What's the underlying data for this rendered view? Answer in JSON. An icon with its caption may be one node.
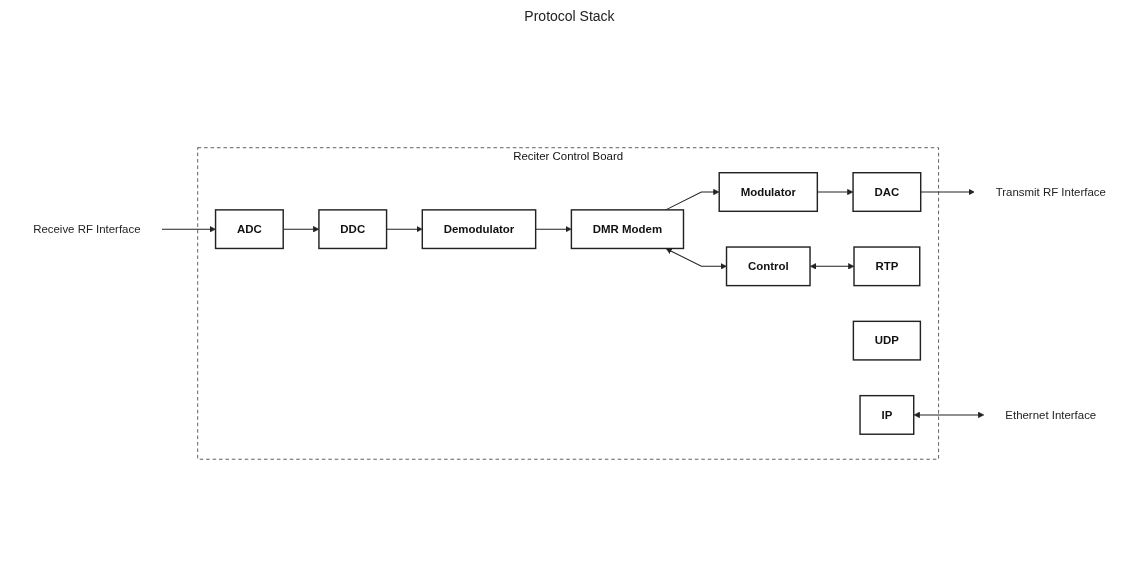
{
  "diagram": {
    "nodes": [
      {
        "text": [
          "Reciter Control Board"
        ]
      },
      {
        "text": [
          "ADC"
        ],
        "in": 0
      },
      {
        "text": [
          "DDC"
        ],
        "in": 0
      },
      {
        "text": [
          "Demodulator"
        ],
        "in": 0
      },
      {
        "text": [
          "DMR Modem"
        ],
        "in": 0
      },
      {
        "text": [
          "Control"
        ],
        "in": 0
      },
      {
        "text": [
          "Modulator"
        ],
        "in": 0
      },
      {
        "text": [
          "DAC"
        ],
        "in": 0
      },
      {
        "text": [
          "RTP"
        ],
        "in": 0
      },
      {
        "text": [
          "UDP"
        ],
        "in": 0
      },
      {
        "text": [
          "IP"
        ],
        "in": 0
      },
      {
        "text": [
          "Receive RF Interface"
        ]
      },
      {
        "text": [
          "Transmit RF Interface"
        ]
      },
      {
        "text": [
          "Ethernet Interface"
        ]
      }
    ],
    "edges": [
      {
        "from": 11,
        "to": 1,
        "arrow": "to"
      },
      {
        "from": 1,
        "to": 2,
        "arrow": "to"
      },
      {
        "from": 2,
        "to": 3,
        "arrow": "to"
      },
      {
        "from": 3,
        "to": 4,
        "arrow": "to"
      },
      {
        "from": 4,
        "to": 5,
        "arrow": "both"
      },
      {
        "from": 4,
        "to": 6,
        "arrow": "to"
      },
      {
        "from": 6,
        "to": 7,
        "arrow": "to"
      },
      {
        "from": 7,
        "to": 12,
        "arrow": "to"
      },
      {
        "from": 5,
        "to": 8,
        "arrow": "both"
      },
      {
        "from": 10,
        "to": 13,
        "arrow": "both"
      }
    ],
    "labels": [
      "Protocol Stack"
    ]
  }
}
